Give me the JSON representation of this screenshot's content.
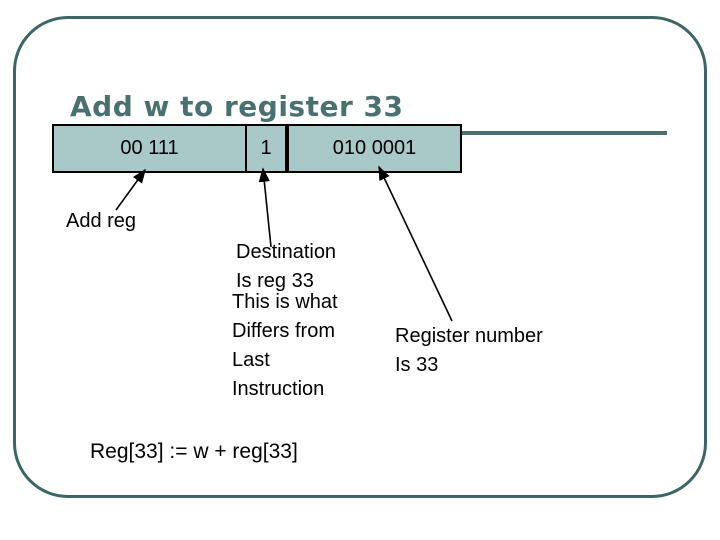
{
  "slide": {
    "title": "Add w to register 33",
    "instruction_box": {
      "fields": [
        "00 111",
        "1",
        "010 0001"
      ]
    },
    "labels": {
      "add_reg": "Add reg",
      "destination_line1": "Destination",
      "destination_line2": "Is reg 33",
      "differs_line1": "This is what",
      "differs_line2": "Differs from",
      "differs_line3": "Last",
      "differs_line4": "Instruction",
      "register_line1": "Register number",
      "register_line2": "Is 33"
    },
    "formula": "Reg[33] := w + reg[33]",
    "colors": {
      "accent_teal": "#4a7070",
      "frame_border": "#3e6565",
      "box_fill": "#a8c9c7",
      "box_border": "#000000",
      "text": "#000000",
      "background": "#ffffff"
    }
  }
}
